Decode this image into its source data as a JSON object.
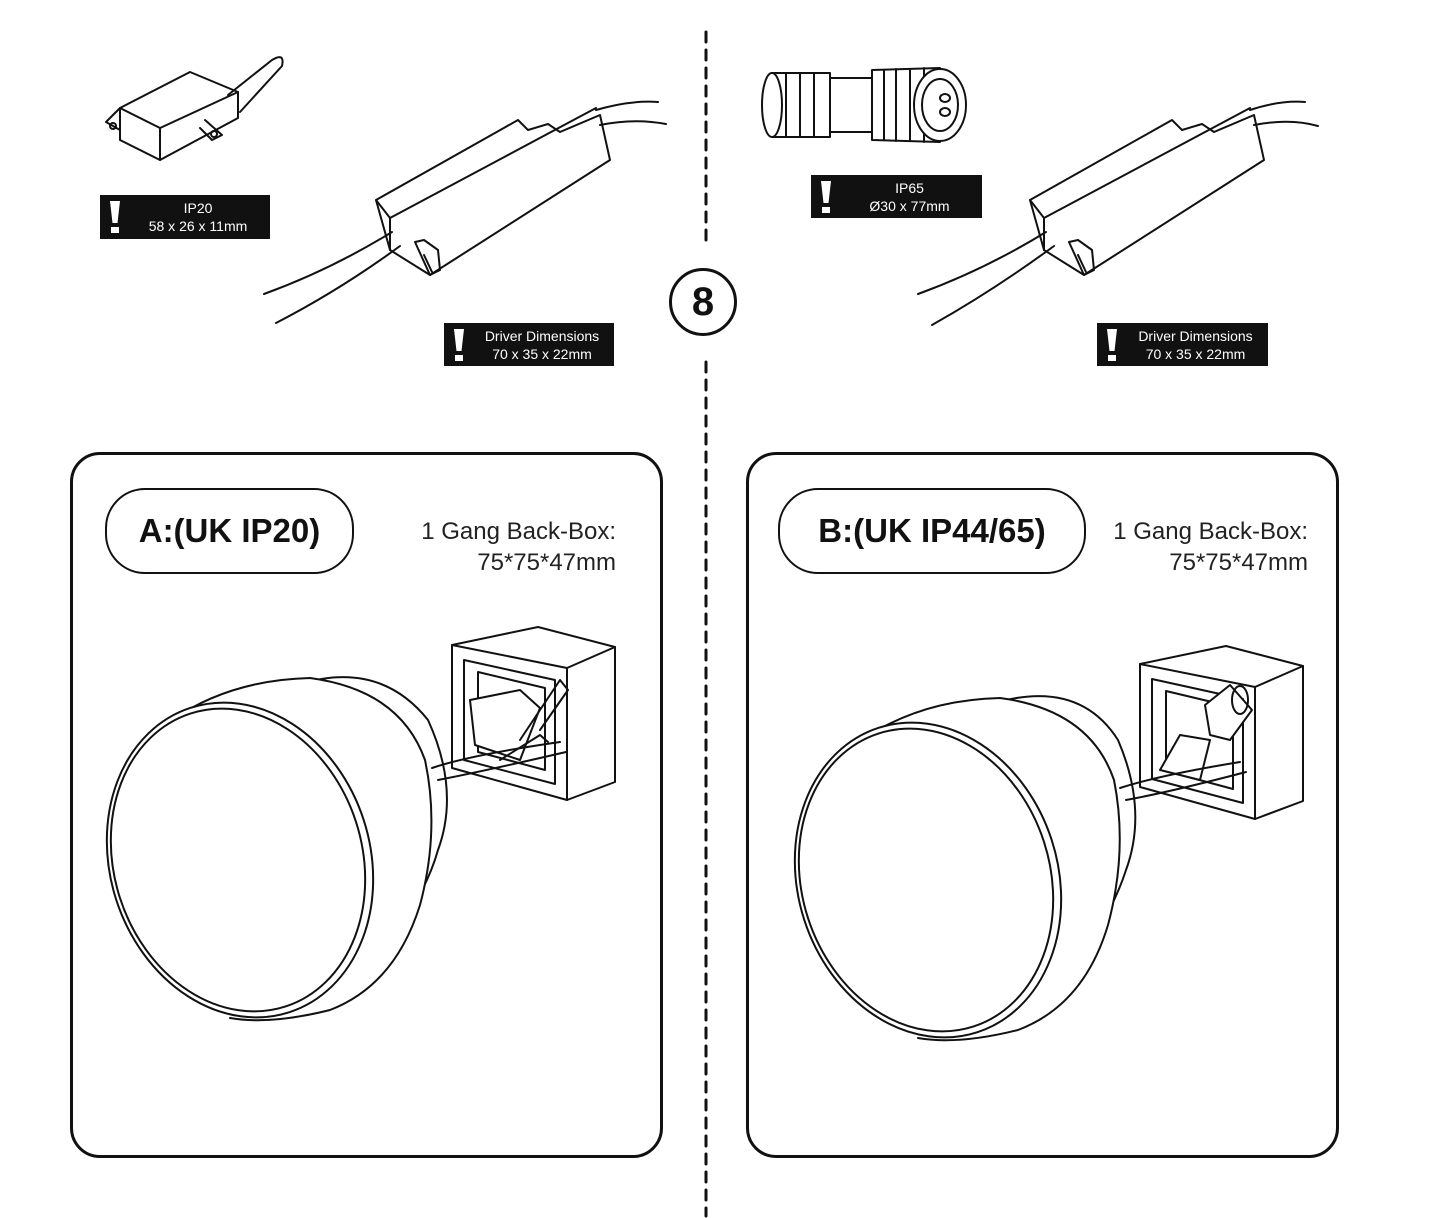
{
  "step_number": "8",
  "left": {
    "connector_note": {
      "rating": "IP20",
      "dims": "58 x 26 x 11mm"
    },
    "driver_note": {
      "title": "Driver Dimensions",
      "dims": "70 x 35 x 22mm"
    },
    "option_label": "A:(UK IP20)",
    "backbox": {
      "line1": "1 Gang Back-Box:",
      "line2": "75*75*47mm"
    }
  },
  "right": {
    "connector_note": {
      "rating": "IP65",
      "dims": "Ø30 x 77mm"
    },
    "driver_note": {
      "title": "Driver Dimensions",
      "dims": "70 x 35 x 22mm"
    },
    "option_label": "B:(UK IP44/65)",
    "backbox": {
      "line1": "1 Gang Back-Box:",
      "line2": "75*75*47mm"
    }
  },
  "icons": [
    "exclamation-icon"
  ]
}
